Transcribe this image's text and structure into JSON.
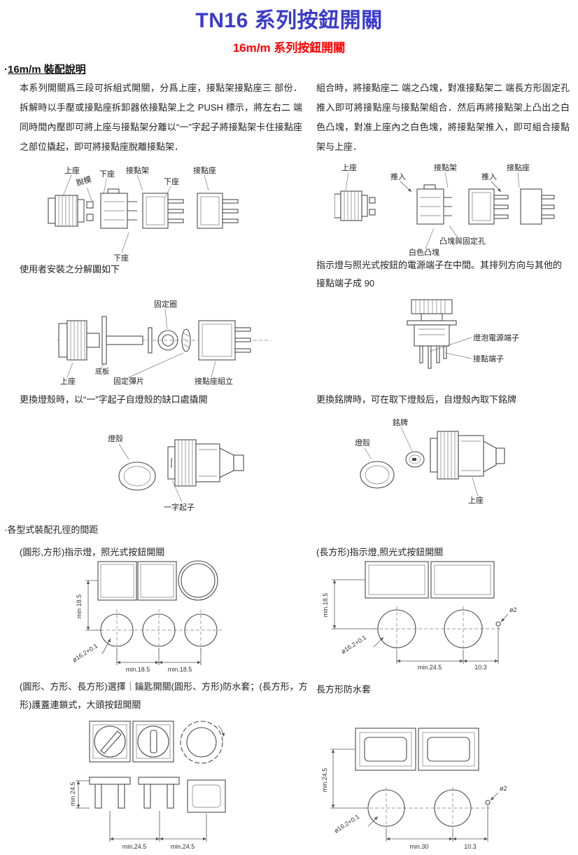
{
  "header": {
    "title": "TN16  系列按鈕開關",
    "subtitle": "16m/m 系列按鈕開關"
  },
  "sections": {
    "assembly": {
      "bullet": "·",
      "heading": "16m/m 裝配說明"
    },
    "holes": {
      "bullet": "·",
      "heading": "各型式裝配孔徑的間距"
    }
  },
  "paragraphs": {
    "disassembly": "本系列開關爲三段可拆組式開關，分爲上座，接點架接點座三 部份．拆解時以手壓或接點座拆卸器依接點架上之 PUSH 標示，將左右二 端同時間內壓即可將上座与接點架分離以“一”字起子將接點架卡住接點座之部位撬起，即可將接點座脫離接點架．",
    "assembly": "組合時，將接點座二 端之凸塊，對准接點架二 端長方形固定孔推入即可將接點座与接點架組合．然后再將接點架上凸出之白色凸塊，對准上座內之白色塊，將接點架推入，即可組合接點架与上座．"
  },
  "captions": {
    "exploded": "使用者安裝之分解圖如下",
    "power_note": "指示燈与照光式按鈕的電源端子在中間。其排列方向与其他的接點端子成 90",
    "lens_change": "更換燈殼時，以“一”字起子自燈殼的缺口處撬開",
    "plate_change": "更換銘牌時，可在取下燈殼后，自燈殼內取下銘牌",
    "round_square": "(圓形,方形)指示燈，照光式按鈕開關",
    "rect": "(長方形)指示燈,照光式按鈕開關",
    "selector": "(圓形、方形、長方形)選擇｜鑰匙開關(圓形、方形)防水套；(長方形，方形)護蓋連鎖式，大頭按鈕開關",
    "rect_boot": "長方形防水套"
  },
  "diagrams": {
    "exploded_left": {
      "upper": "上座",
      "release": "脫模",
      "lower1": "下座",
      "frame": "接點架",
      "base": "接點座",
      "lower2": "下座",
      "lower3": "下座"
    },
    "exploded_right": {
      "upper": "上座",
      "push1": "推入",
      "frame": "接點架",
      "base": "接點座",
      "push2": "推入",
      "fix_hole": "凸塊與固定孔",
      "white_block": "白色凸塊"
    },
    "cross_section": {
      "ring": "固定圈",
      "upper": "上座",
      "plate": "底板",
      "clip": "固定彈片",
      "assembly": "接點座組立"
    },
    "terminals": {
      "lamp": "燈泡電源端子",
      "contact": "接點端子"
    },
    "lens": {
      "shell": "燈殼",
      "driver": "一字起子"
    },
    "nameplate": {
      "plate": "銘牌",
      "shell": "燈殼",
      "upper": "上座"
    }
  },
  "dimensions": {
    "round_square": {
      "v": "min 18.5",
      "dia": "ø16.2+0.1",
      "h1": "min.18.5",
      "h2": "min.18.5"
    },
    "rect": {
      "v": "min.18.5",
      "dia": "ø16.2+0.1",
      "hole": "ø2",
      "h1": "min.24.5",
      "h2": "10.3"
    },
    "selector": {
      "v": "min 24.5",
      "h1": "min.24.5",
      "h2": "min.24.5"
    },
    "rect_boot": {
      "v": "min.24.5",
      "dia": "ø16.2+0.1",
      "hole": "ø2",
      "h1": "min.30",
      "h2": "10.3"
    }
  }
}
